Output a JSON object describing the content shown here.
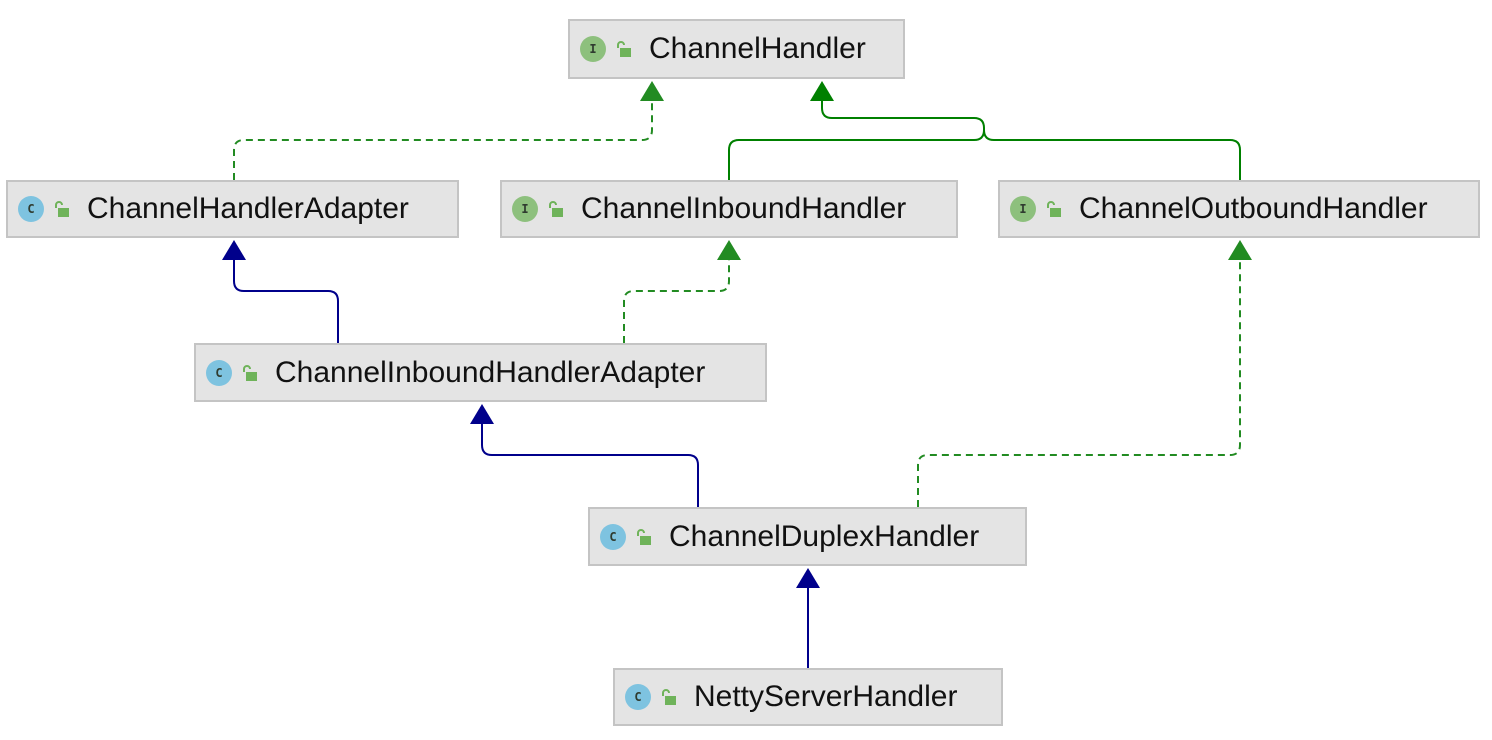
{
  "diagram": {
    "nodes": [
      {
        "id": "channel-handler",
        "name": "ChannelHandler",
        "kind": "I",
        "icon": "interface-icon"
      },
      {
        "id": "channel-handler-adapter",
        "name": "ChannelHandlerAdapter",
        "kind": "C",
        "icon": "class-icon"
      },
      {
        "id": "channel-inbound-handler",
        "name": "ChannelInboundHandler",
        "kind": "I",
        "icon": "interface-icon"
      },
      {
        "id": "channel-outbound-handler",
        "name": "ChannelOutboundHandler",
        "kind": "I",
        "icon": "interface-icon"
      },
      {
        "id": "channel-inbound-handler-adapter",
        "name": "ChannelInboundHandlerAdapter",
        "kind": "C",
        "icon": "class-icon"
      },
      {
        "id": "channel-duplex-handler",
        "name": "ChannelDuplexHandler",
        "kind": "C",
        "icon": "class-icon"
      },
      {
        "id": "netty-server-handler",
        "name": "NettyServerHandler",
        "kind": "C",
        "icon": "class-icon"
      }
    ],
    "edges": [
      {
        "from": "channel-handler-adapter",
        "to": "channel-handler",
        "relation": "implements"
      },
      {
        "from": "channel-inbound-handler",
        "to": "channel-handler",
        "relation": "extends-interface"
      },
      {
        "from": "channel-outbound-handler",
        "to": "channel-handler",
        "relation": "extends-interface"
      },
      {
        "from": "channel-inbound-handler-adapter",
        "to": "channel-handler-adapter",
        "relation": "extends"
      },
      {
        "from": "channel-inbound-handler-adapter",
        "to": "channel-inbound-handler",
        "relation": "implements"
      },
      {
        "from": "channel-duplex-handler",
        "to": "channel-inbound-handler-adapter",
        "relation": "extends"
      },
      {
        "from": "channel-duplex-handler",
        "to": "channel-outbound-handler",
        "relation": "implements"
      },
      {
        "from": "netty-server-handler",
        "to": "channel-duplex-handler",
        "relation": "extends"
      }
    ]
  },
  "colors": {
    "implements": "#228b22",
    "extends-interface": "#008000",
    "extends": "#00008b",
    "interface_badge": "#8dc07d",
    "class_badge": "#7ec3e0",
    "lock": "#6fb35a",
    "node_fill": "#e4e4e4",
    "node_border": "#c4c4c4"
  }
}
